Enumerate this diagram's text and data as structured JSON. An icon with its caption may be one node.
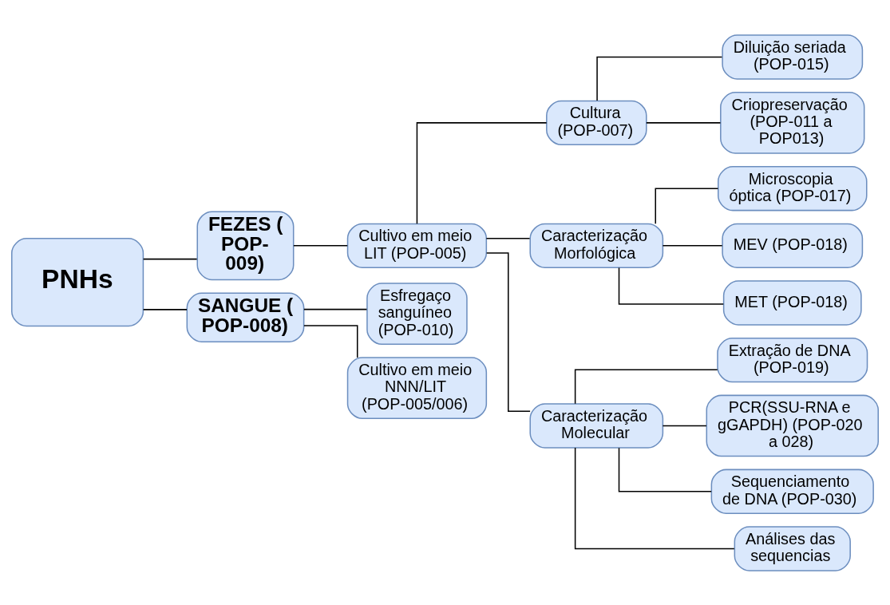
{
  "diagram": {
    "nodes": [
      {
        "text": [
          "PNHs"
        ]
      },
      {
        "text": [
          "FEZES (POP-009)"
        ]
      },
      {
        "text": [
          "SANGUE (POP-008)"
        ]
      },
      {
        "text": [
          "Cultivo em meio LIT (POP-005)"
        ]
      },
      {
        "text": [
          "Esfregaço sanguíneo (POP-010)"
        ]
      },
      {
        "text": [
          "Cultivo em meio NNN/LIT (POP-005/006)"
        ]
      },
      {
        "text": [
          "Cultura (POP-007)"
        ]
      },
      {
        "text": [
          "Caracterização Morfológica"
        ]
      },
      {
        "text": [
          "Caracterização Molecular"
        ]
      },
      {
        "text": [
          "Diluição seriada (POP-015)"
        ]
      },
      {
        "text": [
          "Criopreservação (POP-011 a POP013)"
        ]
      },
      {
        "text": [
          "Microscopia óptica (POP-017)"
        ]
      },
      {
        "text": [
          "MEV (POP-018)"
        ]
      },
      {
        "text": [
          "MET (POP-018)"
        ]
      },
      {
        "text": [
          "Extração de DNA (POP-019)"
        ]
      },
      {
        "text": [
          "PCR(SSU-RNA e gGAPDH) (POP-020 a 028)"
        ]
      },
      {
        "text": [
          "Sequenciamento de DNA (POP-030)"
        ]
      },
      {
        "text": [
          "Análises das sequencias"
        ]
      }
    ],
    "edges": [
      {
        "from": 0,
        "to": 1,
        "arrow": "none"
      },
      {
        "from": 0,
        "to": 2,
        "arrow": "none"
      },
      {
        "from": 1,
        "to": 3,
        "arrow": "none"
      },
      {
        "from": 2,
        "to": 4,
        "arrow": "none"
      },
      {
        "from": 2,
        "to": 5,
        "arrow": "none"
      },
      {
        "from": 3,
        "to": 6,
        "arrow": "none"
      },
      {
        "from": 3,
        "to": 7,
        "arrow": "none"
      },
      {
        "from": 3,
        "to": 8,
        "arrow": "none"
      },
      {
        "from": 6,
        "to": 9,
        "arrow": "none"
      },
      {
        "from": 6,
        "to": 10,
        "arrow": "none"
      },
      {
        "from": 7,
        "to": 11,
        "arrow": "none"
      },
      {
        "from": 7,
        "to": 12,
        "arrow": "none"
      },
      {
        "from": 7,
        "to": 13,
        "arrow": "none"
      },
      {
        "from": 8,
        "to": 14,
        "arrow": "none"
      },
      {
        "from": 8,
        "to": 15,
        "arrow": "none"
      },
      {
        "from": 8,
        "to": 16,
        "arrow": "none"
      },
      {
        "from": 8,
        "to": 17,
        "arrow": "none"
      }
    ]
  }
}
